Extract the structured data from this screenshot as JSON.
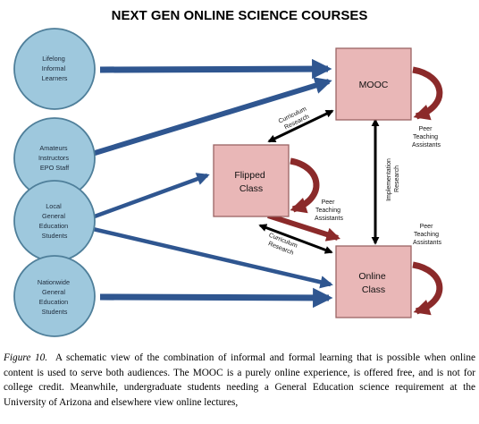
{
  "title": "NEXT GEN ONLINE SCIENCE COURSES",
  "colors": {
    "circle_fill": "#9ec8dd",
    "circle_stroke": "#4f7f9a",
    "box_fill": "#e9b7b7",
    "box_stroke": "#9a6464",
    "blue_arrow": "#2f5690",
    "red_arrow": "#8b2a2a",
    "black_arrow": "#000000"
  },
  "audiences": [
    {
      "lines": [
        "Lifelong",
        "Informal",
        "Learners"
      ]
    },
    {
      "lines": [
        "Amateurs",
        "Instructors",
        "EPO Staff"
      ]
    },
    {
      "lines": [
        "Local",
        "General",
        "Education",
        "Students"
      ]
    },
    {
      "lines": [
        "Nationwide",
        "General",
        "Education",
        "Students"
      ]
    }
  ],
  "courses": [
    {
      "lines": [
        "MOOC"
      ]
    },
    {
      "lines": [
        "Flipped",
        "Class"
      ]
    },
    {
      "lines": [
        "Online",
        "Class"
      ]
    }
  ],
  "labels": {
    "curriculum_research_top": [
      "Curriculum",
      "Research"
    ],
    "curriculum_research_bottom": [
      "Curriculum",
      "Research"
    ],
    "implementation_research": [
      "Implementation",
      "Research"
    ],
    "peer_mooc": [
      "Peer",
      "Teaching",
      "Assistants"
    ],
    "peer_flipped": [
      "Peer",
      "Teaching",
      "Assistants"
    ],
    "peer_online": [
      "Peer",
      "Teaching",
      "Assistants"
    ]
  },
  "caption": {
    "figure_label": "Figure 10.",
    "text": "A schematic view of the combination of informal and formal learning that is possible when online content is used to serve both audiences. The MOOC is a purely online experience, is offered free, and is not for college credit. Meanwhile, undergraduate students needing a General Education science requirement at the University of Arizona and elsewhere view online lectures,"
  }
}
